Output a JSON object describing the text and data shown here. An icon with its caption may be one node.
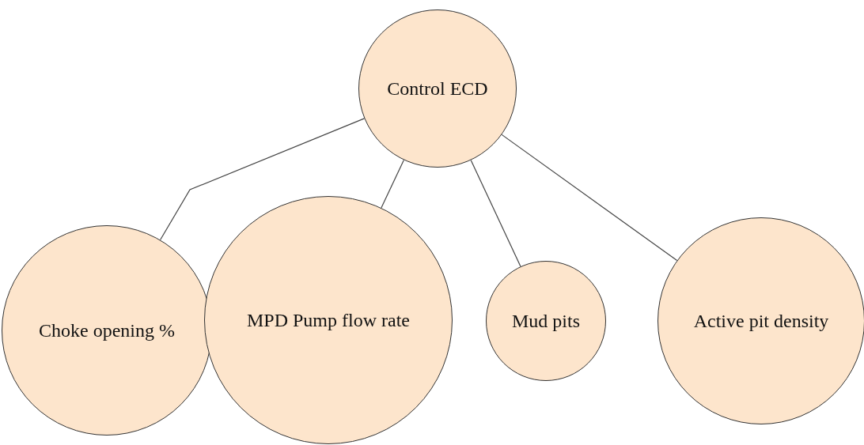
{
  "diagram": {
    "nodes": [
      {
        "text": [
          "Control ECD"
        ]
      },
      {
        "text": [
          "Choke opening %"
        ]
      },
      {
        "text": [
          "MPD Pump flow rate"
        ]
      },
      {
        "text": [
          "Mud pits"
        ]
      },
      {
        "text": [
          "Active pit density"
        ]
      }
    ],
    "edges": [
      {
        "from": 0,
        "to": 1,
        "arrow": "none"
      },
      {
        "from": 0,
        "to": 2,
        "arrow": "none"
      },
      {
        "from": 0,
        "to": 3,
        "arrow": "none"
      },
      {
        "from": 0,
        "to": 4,
        "arrow": "none"
      }
    ]
  }
}
